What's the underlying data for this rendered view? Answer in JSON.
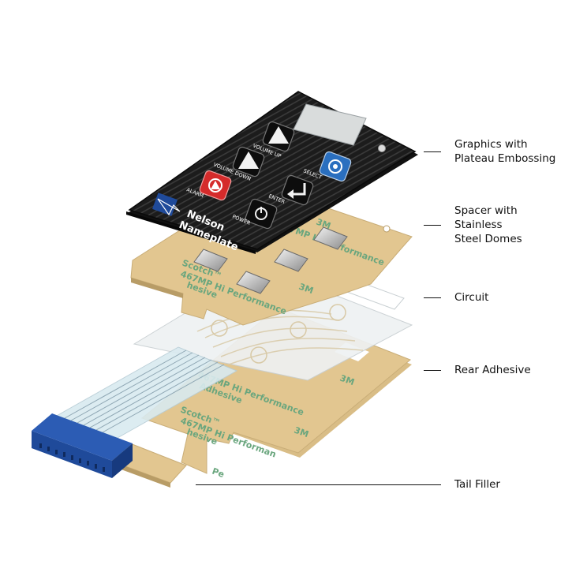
{
  "keypad": {
    "buttons": {
      "volume_up": "VOLUME UP",
      "volume_down": "VOLUME DOWN",
      "select": "SELECT",
      "alarm": "ALARM",
      "enter": "ENTER",
      "power": "POWER"
    },
    "brand_line1": "Nelson",
    "brand_line2": "Nameplate"
  },
  "adhesive_print": {
    "brand": "Scotch™",
    "product": "467MP Hi Performance",
    "product_short": "467MP Hi Performan",
    "word": "Adhesive",
    "word_short": "hesive",
    "logo": "3M",
    "fragment": "Pe"
  },
  "callouts": {
    "graphics": "Graphics with\nPlateau Embossing",
    "spacer": "Spacer with\nStainless\nSteel Domes",
    "circuit": "Circuit",
    "rear_adhesive": "Rear Adhesive",
    "tail_filler": "Tail Filler"
  },
  "colors": {
    "overlay": "#1c1c1c",
    "adhesive": "#e2c690",
    "adhesive_text": "#6aa67e",
    "circuit": "#eef1f2",
    "connector": "#1f4a9a",
    "select_button": "#2a6fbf",
    "alarm_button": "#d52b2b"
  }
}
